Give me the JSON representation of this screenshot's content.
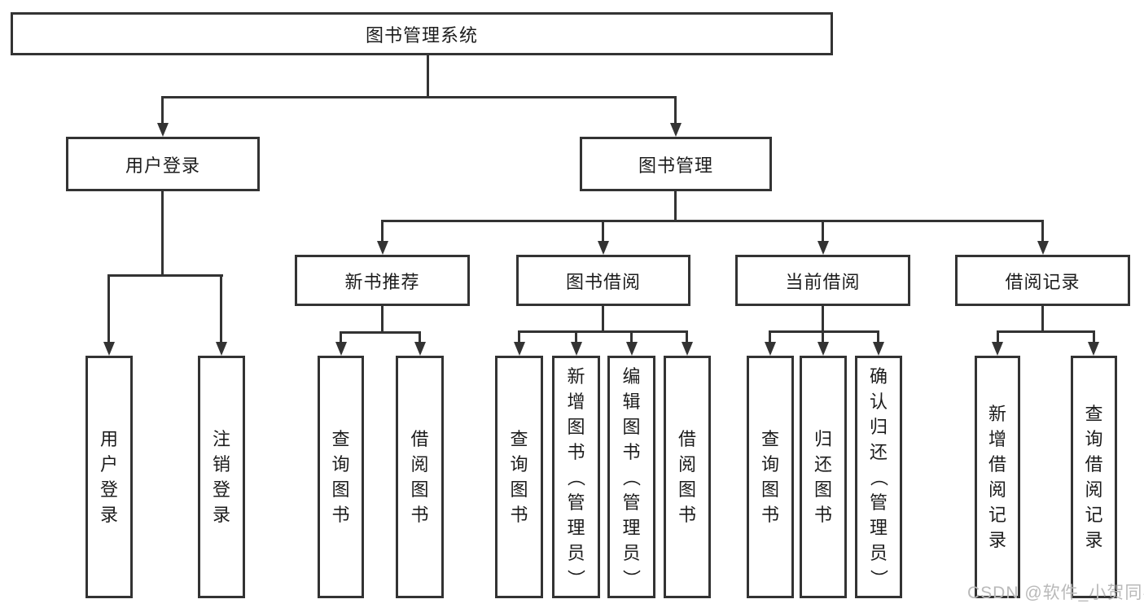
{
  "tree": {
    "label": "图书管理系统",
    "children": [
      {
        "label": "用户登录",
        "children": [
          {
            "label": "用户登录"
          },
          {
            "label": "注销登录"
          }
        ]
      },
      {
        "label": "图书管理",
        "children": [
          {
            "label": "新书推荐",
            "children": [
              {
                "label": "查询图书"
              },
              {
                "label": "借阅图书"
              }
            ]
          },
          {
            "label": "图书借阅",
            "children": [
              {
                "label": "查询图书"
              },
              {
                "label": "新增图书（管理员）"
              },
              {
                "label": "编辑图书（管理员）"
              },
              {
                "label": "借阅图书"
              }
            ]
          },
          {
            "label": "当前借阅",
            "children": [
              {
                "label": "查询图书"
              },
              {
                "label": "归还图书"
              },
              {
                "label": "确认归还（管理员）"
              }
            ]
          },
          {
            "label": "借阅记录",
            "children": [
              {
                "label": "新增借阅记录"
              },
              {
                "label": "查询借阅记录"
              }
            ]
          }
        ]
      }
    ]
  },
  "watermark": {
    "text": "CSDN @软件_小贺同学"
  },
  "colors": {
    "line": "#333333",
    "text": "#1c1c1c",
    "watermark": "#b9b9b9",
    "background": "#ffffff"
  }
}
